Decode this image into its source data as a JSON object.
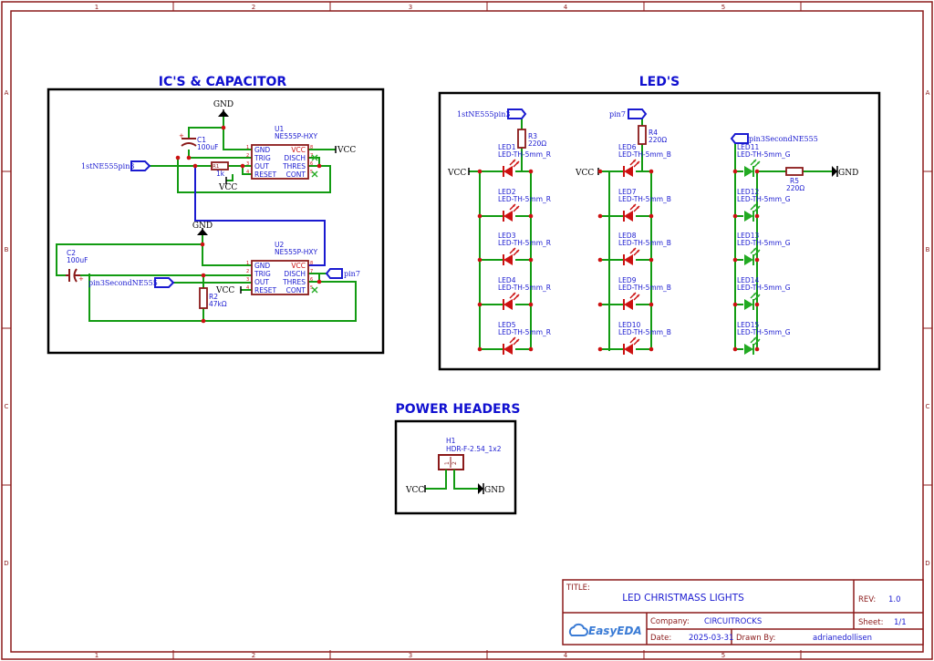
{
  "frame": {
    "columns": [
      "1",
      "2",
      "3",
      "4",
      "5"
    ],
    "rows": [
      "A",
      "B",
      "C",
      "D"
    ]
  },
  "sections": {
    "ics": "IC'S & CAPACITOR",
    "leds": "LED'S",
    "power": "POWER HEADERS"
  },
  "ics": {
    "u1": {
      "ref": "U1",
      "part": "NE555P-HXY"
    },
    "u2": {
      "ref": "U2",
      "part": "NE555P-HXY"
    },
    "pins_left": [
      "GND",
      "TRIG",
      "OUT",
      "RESET"
    ],
    "pins_right": [
      "VCC",
      "DISCH",
      "THRES",
      "CONT"
    ],
    "pin_nums_left": [
      "1",
      "2",
      "3",
      "4"
    ],
    "pin_nums_right": [
      "8",
      "7",
      "6",
      "5"
    ],
    "c1": {
      "ref": "C1",
      "value": "100uF"
    },
    "c2": {
      "ref": "C2",
      "value": "100uF"
    },
    "r1": {
      "ref": "R1",
      "value": "1k"
    },
    "r2": {
      "ref": "R2",
      "value": "47kΩ"
    },
    "gnd1": "GND",
    "gnd2": "GND",
    "vcc_u1": "VCC",
    "vcc_r1": "VCC",
    "vcc_u2": "VCC",
    "net_1st": "1stNE555pin3",
    "net_pin3second": "pin3SecondNE555",
    "net_pin7": "pin7"
  },
  "leds": {
    "col1": {
      "net": "1stNE555pin3",
      "res_ref": "R3",
      "res_val": "220Ω",
      "vcc": "VCC",
      "items": [
        {
          "ref": "LED1",
          "part": "LED-TH-5mm_R"
        },
        {
          "ref": "LED2",
          "part": "LED-TH-5mm_R"
        },
        {
          "ref": "LED3",
          "part": "LED-TH-5mm_R"
        },
        {
          "ref": "LED4",
          "part": "LED-TH-5mm_R"
        },
        {
          "ref": "LED5",
          "part": "LED-TH-5mm_R"
        }
      ]
    },
    "col2": {
      "net": "pin7",
      "res_ref": "R4",
      "res_val": "220Ω",
      "vcc": "VCC",
      "items": [
        {
          "ref": "LED6",
          "part": "LED-TH-5mm_B"
        },
        {
          "ref": "LED7",
          "part": "LED-TH-5mm_B"
        },
        {
          "ref": "LED8",
          "part": "LED-TH-5mm_B"
        },
        {
          "ref": "LED9",
          "part": "LED-TH-5mm_B"
        },
        {
          "ref": "LED10",
          "part": "LED-TH-5mm_B"
        }
      ]
    },
    "col3": {
      "net": "pin3SecondNE555",
      "res_ref": "R5",
      "res_val": "220Ω",
      "gnd": "GND",
      "items": [
        {
          "ref": "LED11",
          "part": "LED-TH-5mm_G"
        },
        {
          "ref": "LED12",
          "part": "LED-TH-5mm_G"
        },
        {
          "ref": "LED13",
          "part": "LED-TH-5mm_G"
        },
        {
          "ref": "LED14",
          "part": "LED-TH-5mm_G"
        },
        {
          "ref": "LED15",
          "part": "LED-TH-5mm_G"
        }
      ]
    }
  },
  "power": {
    "ref": "H1",
    "part": "HDR-F-2.54_1x2",
    "pin1": "1",
    "pin2": "2",
    "vcc": "VCC",
    "gnd": "GND"
  },
  "titleblock": {
    "title_label": "TITLE:",
    "title": "LED CHRISTMASS LIGHTS",
    "rev_label": "REV:",
    "rev": "1.0",
    "company_label": "Company:",
    "company": "CIRCUITROCKS",
    "sheet_label": "Sheet:",
    "sheet": "1/1",
    "date_label": "Date:",
    "date": "2025-03-31",
    "drawn_label": "Drawn By:",
    "drawn": "adrianedollisen",
    "logo": "EasyEDA"
  },
  "colors": {
    "frame": "#8b1a1a",
    "wire": "#129b12",
    "bus": "#1a1ad0",
    "net": "#1a1ad0",
    "part": "#8b1a1a",
    "led_red": "#cc1111",
    "led_green": "#22aa22",
    "title": "#1010d0"
  }
}
